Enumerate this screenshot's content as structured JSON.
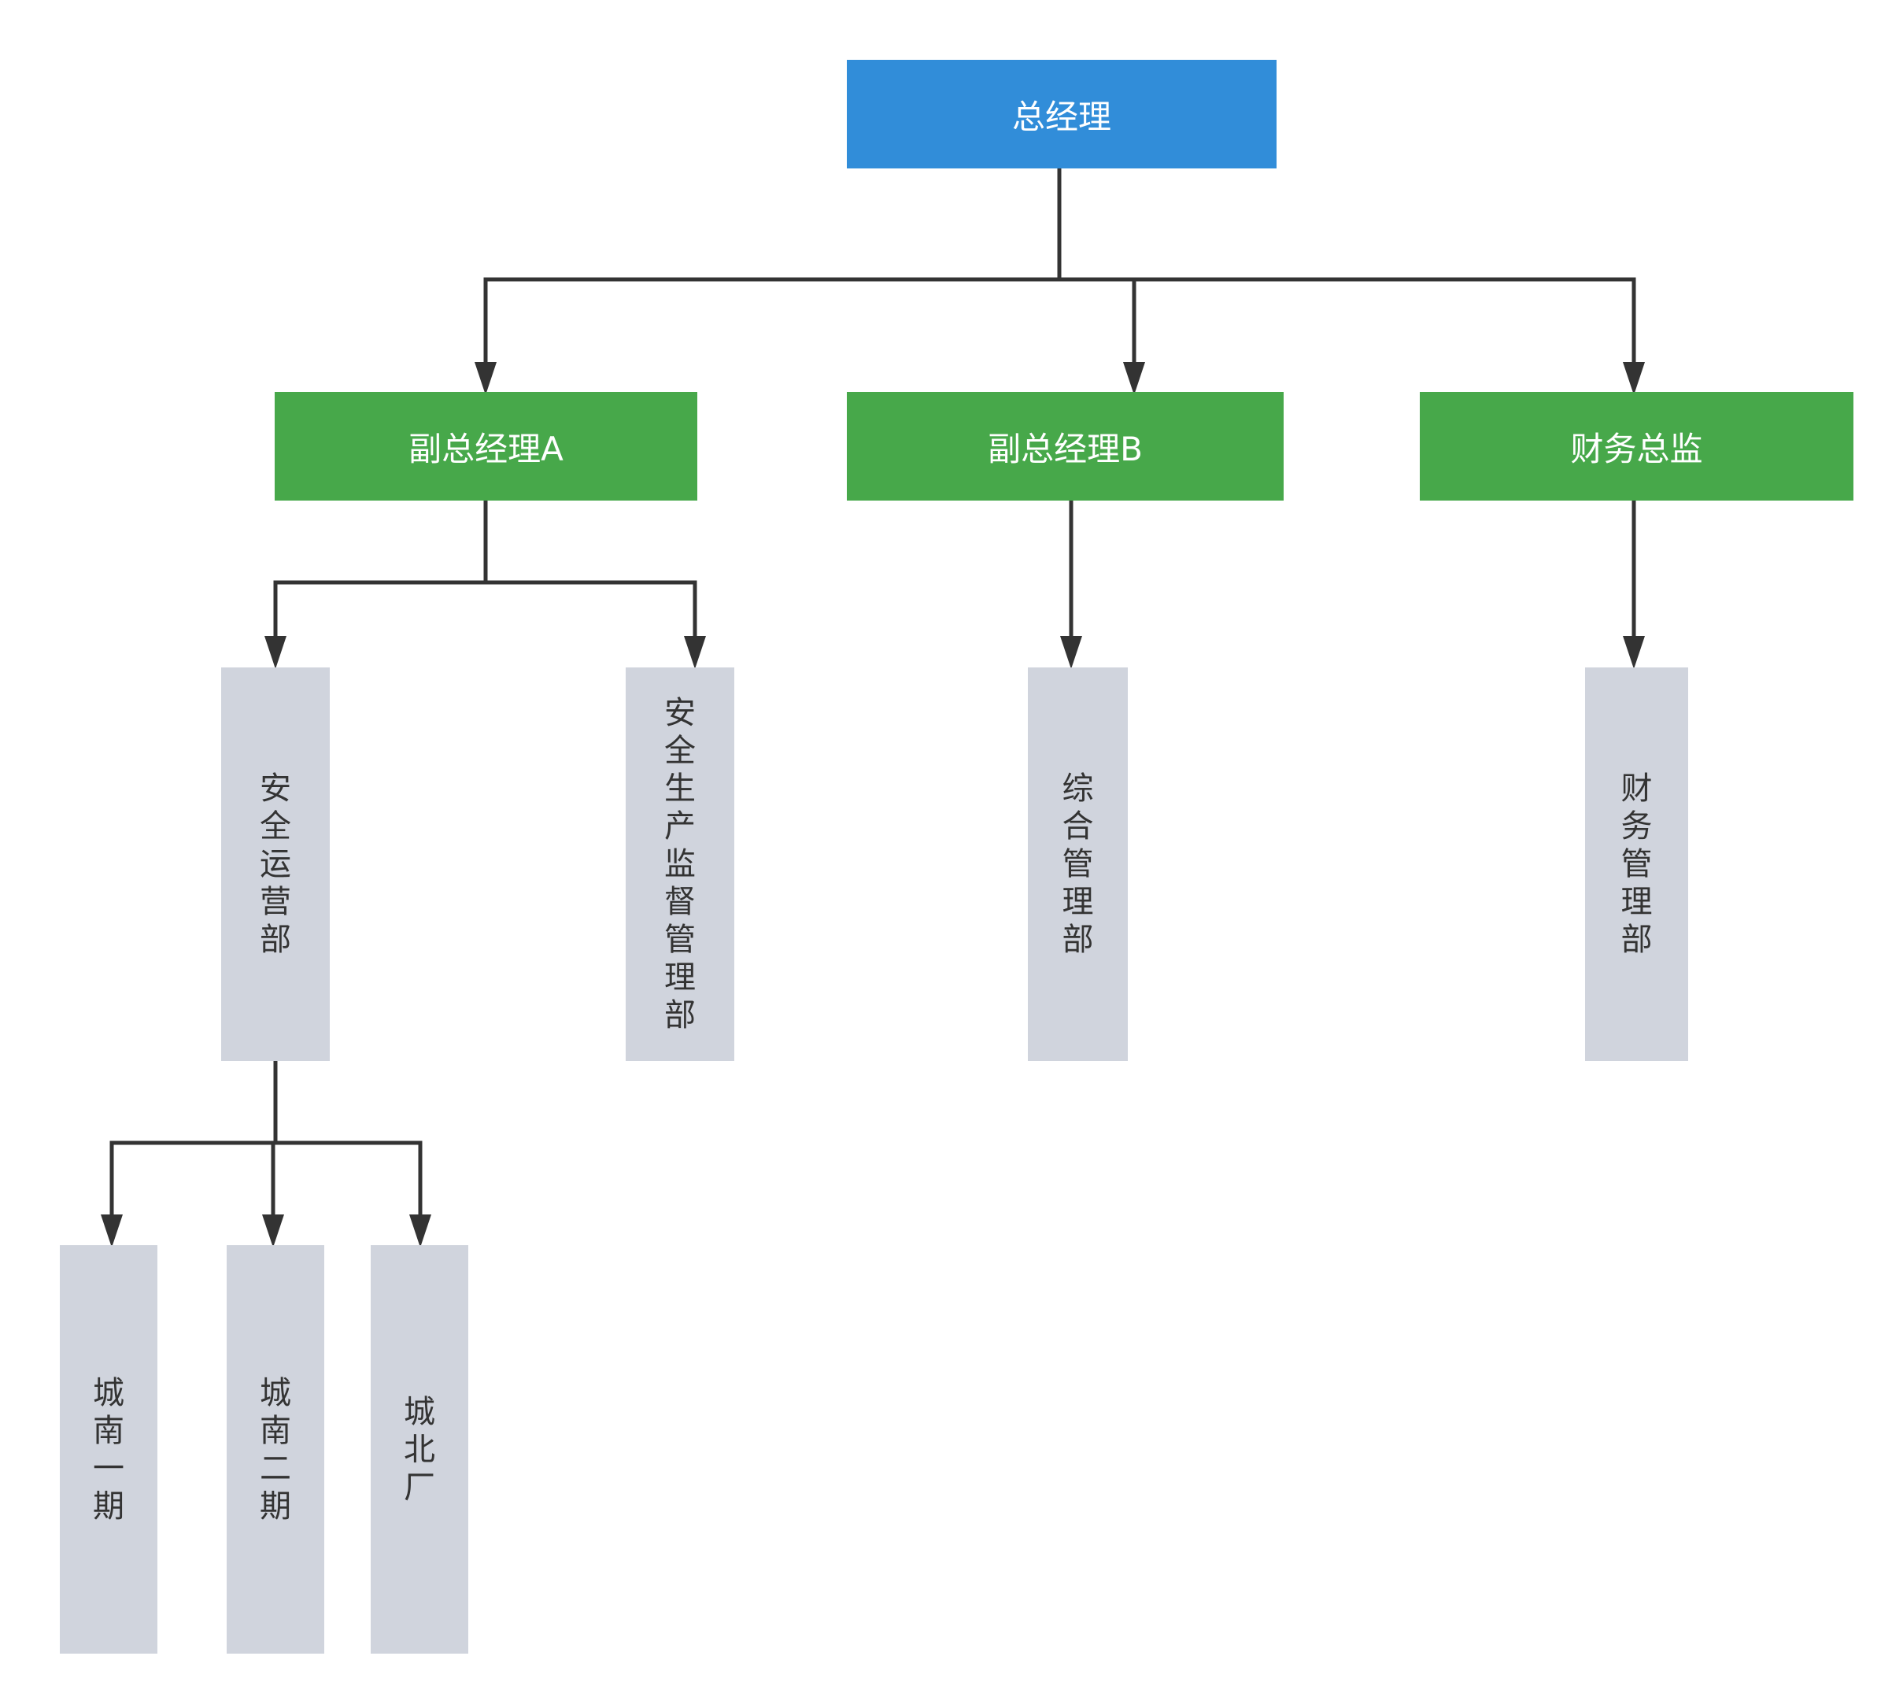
{
  "org_chart": {
    "root": {
      "label": "总经理"
    },
    "level2": [
      {
        "id": "vp_a",
        "label": "副总经理A"
      },
      {
        "id": "vp_b",
        "label": "副总经理B"
      },
      {
        "id": "cfo",
        "label": "财务总监"
      }
    ],
    "level3": [
      {
        "id": "safety_ops",
        "parent": "vp_a",
        "label": "安全运营部"
      },
      {
        "id": "safety_supervision",
        "parent": "vp_a",
        "label": "安全生产监督管理部"
      },
      {
        "id": "general_mgmt",
        "parent": "vp_b",
        "label": "综合管理部"
      },
      {
        "id": "finance_mgmt",
        "parent": "cfo",
        "label": "财务管理部"
      }
    ],
    "level4": [
      {
        "id": "south_1",
        "parent": "safety_ops",
        "label": "城南一期"
      },
      {
        "id": "south_2",
        "parent": "safety_ops",
        "label": "城南二期"
      },
      {
        "id": "north_plant",
        "parent": "safety_ops",
        "label": "城北厂"
      }
    ]
  },
  "colors": {
    "root_fill": "#318dd9",
    "manager_fill": "#47a84a",
    "department_fill": "#d0d4dd",
    "connector": "#333333"
  }
}
